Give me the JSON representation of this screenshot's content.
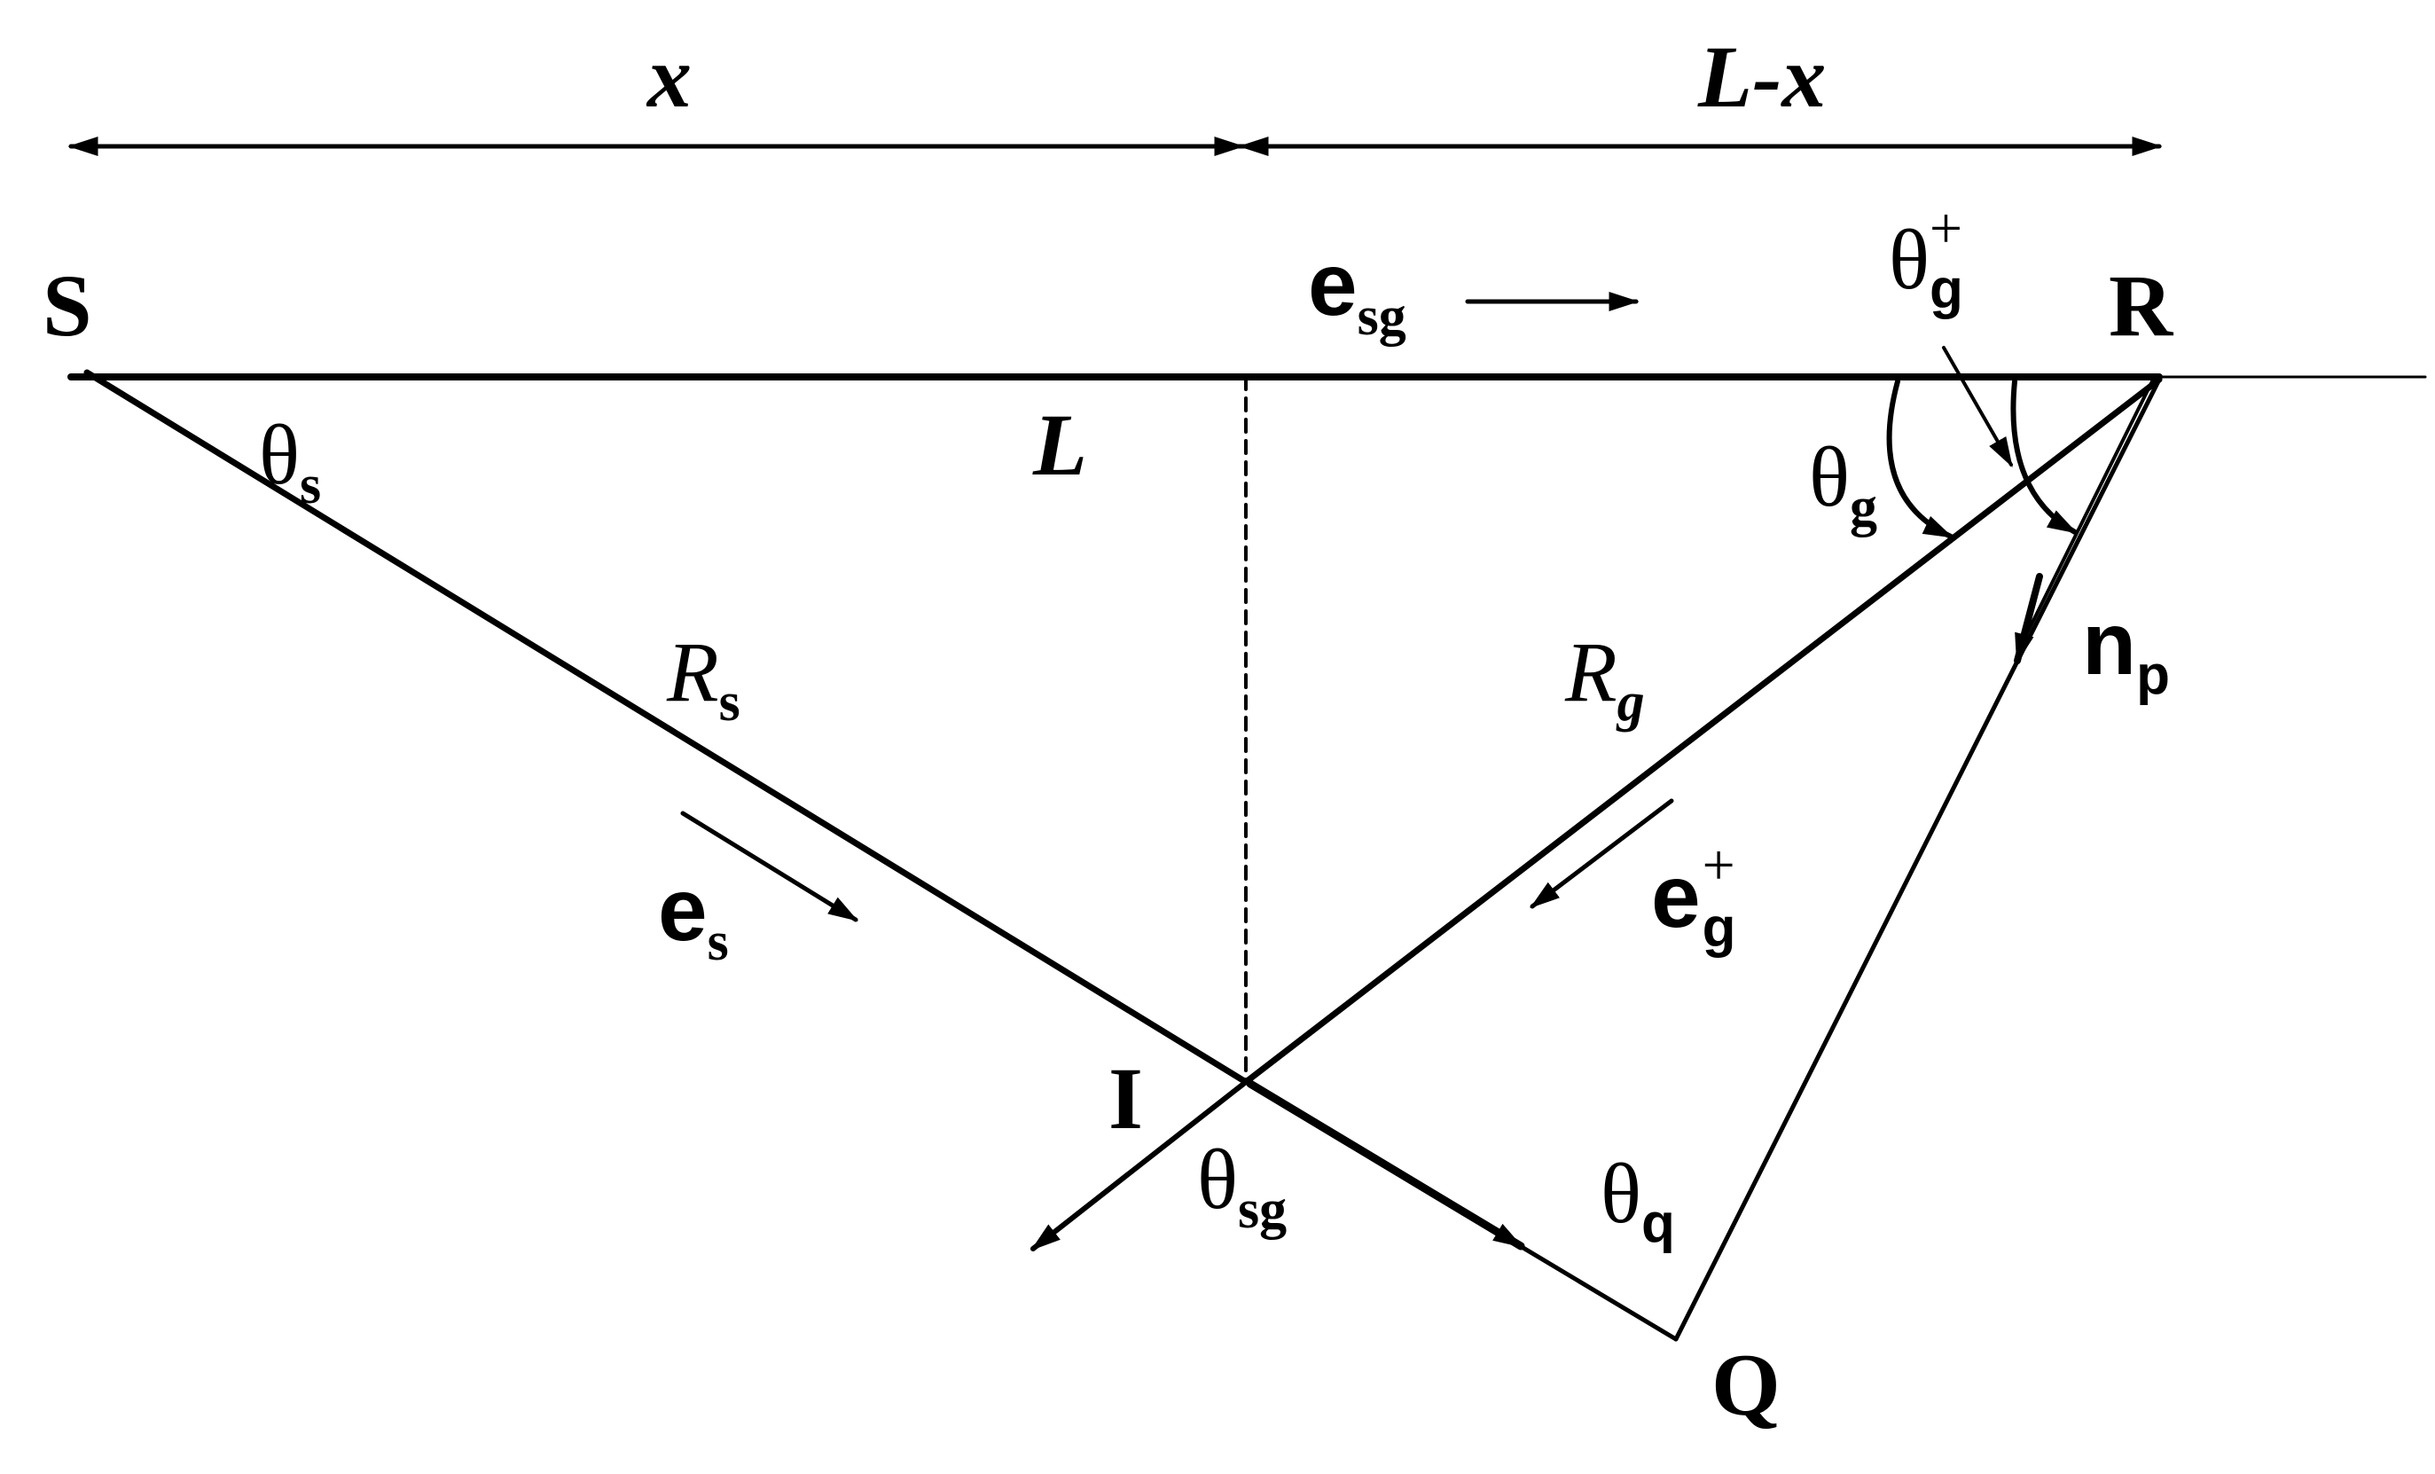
{
  "diagram": {
    "points": {
      "S": "S",
      "R": "R",
      "I": "I",
      "Q": "Q"
    },
    "dimensions": {
      "left": "x",
      "right": "L-x"
    },
    "segment_labels": {
      "L": "L",
      "Rs_main": "R",
      "Rs_sub": "s",
      "Rg_main": "R",
      "Rg_sub": "g"
    },
    "vectors": {
      "esg_main": "e",
      "esg_sub": "sg",
      "es_main": "e",
      "es_sub": "s",
      "eg_main": "e",
      "eg_sub": "g",
      "eg_sup": "+",
      "np_main": "n",
      "np_sub": "p"
    },
    "angles": {
      "theta_s_main": "θ",
      "theta_s_sub": "s",
      "theta_g_main": "θ",
      "theta_g_sub": "g",
      "theta_g_plus_main": "θ",
      "theta_g_plus_sub": "g",
      "theta_g_plus_sup": "+",
      "theta_sg_main": "θ",
      "theta_sg_sub": "sg",
      "theta_q_main": "θ",
      "theta_q_sub": "q"
    }
  }
}
